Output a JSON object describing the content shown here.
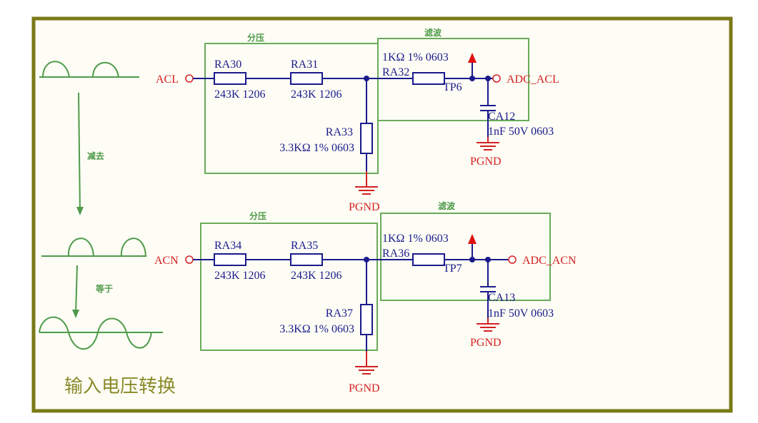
{
  "title": "输入电压转换",
  "colors": {
    "frame": "#7a7a18",
    "wire": "#1a1a8c",
    "net": "#d42020",
    "group": "#6aaa5a",
    "background": "#fdfdf5"
  },
  "annotations": {
    "subtract": "减去",
    "equals": "等于"
  },
  "channels": [
    {
      "input": "ACL",
      "output": "ADC_ACL",
      "divider_label": "分压",
      "filter_label": "滤波",
      "r1": {
        "ref": "RA30",
        "value": "243K 1206"
      },
      "r2": {
        "ref": "RA31",
        "value": "243K 1206"
      },
      "r_shunt": {
        "ref": "RA33",
        "value": "3.3KΩ 1%   0603"
      },
      "r_filter": {
        "ref": "RA32",
        "value": "1KΩ 1%   0603"
      },
      "test_point": "TP6",
      "cap": {
        "ref": "CA12",
        "value": "1nF 50V 0603"
      },
      "gnd1": "PGND",
      "gnd2": "PGND"
    },
    {
      "input": "ACN",
      "output": "ADC_ACN",
      "divider_label": "分压",
      "filter_label": "滤波",
      "r1": {
        "ref": "RA34",
        "value": "243K 1206"
      },
      "r2": {
        "ref": "RA35",
        "value": "243K 1206"
      },
      "r_shunt": {
        "ref": "RA37",
        "value": "3.3KΩ 1%   0603"
      },
      "r_filter": {
        "ref": "RA36",
        "value": "1KΩ 1%   0603"
      },
      "test_point": "TP7",
      "cap": {
        "ref": "CA13",
        "value": "1nF 50V 0603"
      },
      "gnd1": "PGND",
      "gnd2": "PGND"
    }
  ]
}
